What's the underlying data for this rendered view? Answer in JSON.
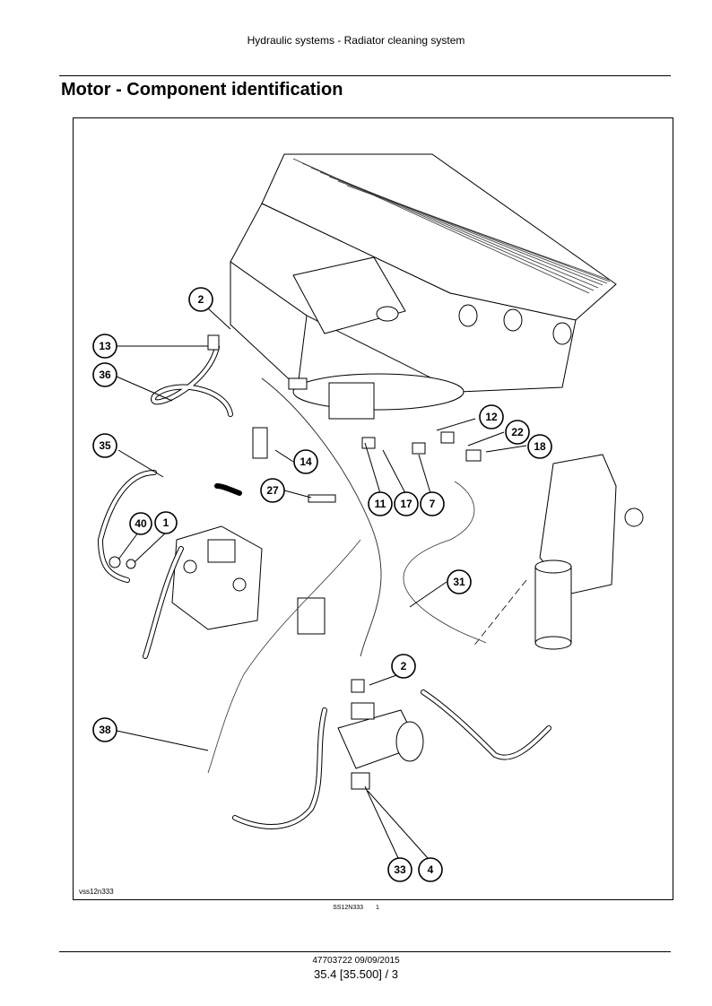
{
  "header": {
    "section": "Hydraulic systems - Radiator cleaning system"
  },
  "title": "Motor - Component identification",
  "figure": {
    "code": "vss12n333",
    "caption_code": "SS12N333",
    "caption_number": "1",
    "callouts": [
      {
        "label": "2"
      },
      {
        "label": "13"
      },
      {
        "label": "36"
      },
      {
        "label": "12"
      },
      {
        "label": "22"
      },
      {
        "label": "18"
      },
      {
        "label": "35"
      },
      {
        "label": "14"
      },
      {
        "label": "27"
      },
      {
        "label": "11"
      },
      {
        "label": "17"
      },
      {
        "label": "7"
      },
      {
        "label": "40"
      },
      {
        "label": "1"
      },
      {
        "label": "31"
      },
      {
        "label": "2"
      },
      {
        "label": "38"
      },
      {
        "label": "33"
      },
      {
        "label": "4"
      }
    ]
  },
  "footer": {
    "doc_id": "47703722 09/09/2015",
    "page": "35.4 [35.500] / 3"
  }
}
